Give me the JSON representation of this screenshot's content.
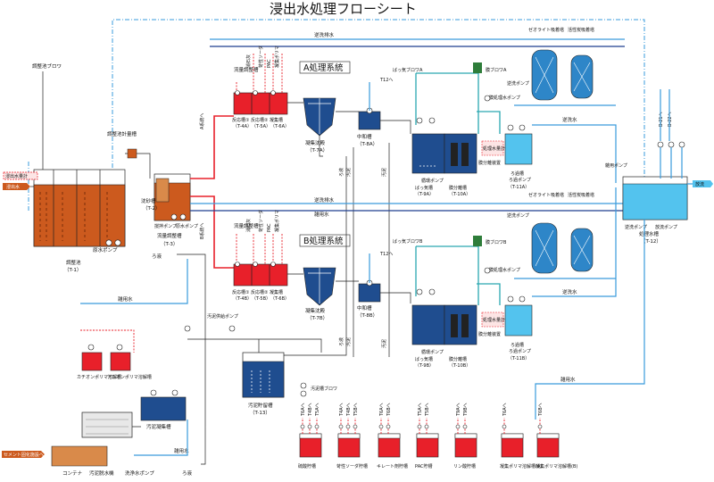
{
  "title": "浸出水処理フローシート",
  "colors": {
    "orange": "#cc5a1e",
    "red": "#e8202a",
    "navy": "#1f4d8f",
    "blue": "#2e86c8",
    "light": "#53c3ee",
    "cyan": "#3a9bdc",
    "teal": "#2aa7b0",
    "green": "#2e7d3a"
  },
  "systems": {
    "a": "A処理系統",
    "b": "B処理系統"
  },
  "lines": {
    "reverse_wash_a": "逆洗排水",
    "reverse_wash_b": "逆洗排水",
    "misc_water_1": "雑用水",
    "misc_water_2": "雑用水",
    "misc_water_3": "雑用水",
    "reverse_water_a": "逆洗水",
    "reverse_water_b": "逆洗水",
    "a_system_label": "A系統へ",
    "b_system_label": "B系統へ",
    "to_b21": "B-21へ",
    "to_b22": "B-22へ",
    "t12_a": "T12へ",
    "t12_b": "T12へ",
    "ro_a": "ろ液",
    "ro_b": "ろ液",
    "sludge_a1": "汚泥",
    "sludge_a2": "汚泥",
    "sludge_b1": "汚泥",
    "sludge_b2": "汚泥"
  },
  "labels": {
    "leachate_meter": "浸出水量計",
    "leachate_water": "浸出水",
    "adjust_blower": "調整池ブロワ",
    "adjust_pond": "調整池",
    "adjust_pond_id": "（T-1）",
    "raw_pump": "原水ポンプ",
    "adjust_meter_tank": "調整池計量槽",
    "settling_tank": "沈砂槽",
    "settling_id": "（T-2）",
    "stir_pump": "撹拌ポンプ",
    "raw_pump_2": "原水ポンプ",
    "flow_adjust_tank": "流量調整槽",
    "flow_adjust_id": "（T-3）",
    "flow_meter_a": "流量調整槽",
    "flow_meter_b": "流量調整槽",
    "slaked_lime": "消石灰",
    "caustic_a": "苛性ソーダ",
    "pac_a": "PAC",
    "polymer_a": "凝集ポリマ",
    "chem_caustic_b": "苛性ソーダ",
    "chem_pac_b": "PAC",
    "chem_polymer_b": "凝集ポリマ",
    "chem_lime_b": "消石灰",
    "a_neut1": "反応槽①",
    "a_neut1_id": "（T-4A）",
    "a_neut2": "反応槽②",
    "a_neut2_id": "（T-5A）",
    "a_coag": "凝集槽",
    "a_coag_id": "（T-6A）",
    "b_neut1": "反応槽①",
    "b_neut1_id": "（T-4B）",
    "b_neut2": "反応槽②",
    "b_neut2_id": "（T-5B）",
    "b_coag": "凝集槽",
    "b_coag_id": "（T-6B）",
    "a_sed": "凝集沈殿",
    "a_sed_id": "（T-7A）",
    "b_sed": "凝集沈殿",
    "b_sed_id": "（T-7B）",
    "a_mid": "中和槽",
    "a_mid_id": "（T-8A）",
    "b_mid": "中和槽",
    "b_mid_id": "（T-8B）",
    "aeration_a": "ばっ気ブロワA",
    "aeration_b": "ばっ気ブロワB",
    "a_circ_pump": "循環ポンプ",
    "a_bio": "ばっ気槽",
    "a_bio_id": "（T-9A）",
    "a_mem": "膜分離槽",
    "a_mem_id": "（T-10A）",
    "b_circ_pump": "循環ポンプ",
    "b_bio": "ばっ気槽",
    "b_bio_id": "（T-9B）",
    "b_mem": "膜分離槽",
    "b_mem_id": "（T-10B）",
    "a_membrane_blower": "膜ブロワA",
    "b_membrane_blower": "膜ブロワB",
    "a_mem_pump": "膜処理水ポンプ",
    "b_mem_pump": "膜処理水ポンプ",
    "a_treat_meter": "処理水量計",
    "b_treat_meter": "処理水量計",
    "a_disinfect": "膜分離装置",
    "b_disinfect": "膜分離装置",
    "a_filter": "ろ過槽",
    "a_filter_pump": "ろ過ポンプ",
    "a_filter_id": "（T-11A）",
    "b_filter": "ろ過槽",
    "b_filter_pump": "ろ過ポンプ",
    "b_filter_id": "（T-11B）",
    "zeolite_a": "ゼオライト吸着塔",
    "carbon_a": "活性炭吸着塔",
    "zeolite_b": "ゼオライト吸着塔",
    "carbon_b": "活性炭吸着塔",
    "a_wash_pump": "逆洗ポンプ",
    "b_wash_pump": "逆洗ポンプ",
    "misc_pump_top": "雑用ポンプ",
    "reverse_pump": "逆洗ポンプ",
    "discharge_pump": "放流ポンプ",
    "treated_tank": "処理水槽",
    "treated_id": "（T-12）",
    "discharge": "放流",
    "sludge_supply_pump": "汚泥供給ポンプ",
    "sludge_store": "汚泥貯留槽",
    "sludge_store_id": "（T-13）",
    "sludge_blower": "汚泥槽ブロワ",
    "cation_polymer": "カチオンポリマ溶解槽",
    "anion_polymer": "アニオンポリマ溶解槽",
    "sludge_coag": "汚泥凝集槽",
    "dewater": "汚泥脱水機",
    "wash_pump": "洗浄水ポンプ",
    "container": "コンテナ",
    "cement": "セメント固化施設へ",
    "filtrate": "ろ液",
    "misc_left": "雑用水",
    "misc_bottom": "雑用水",
    "misc_right": "雑用水"
  },
  "chem_tanks": [
    {
      "name": "硫酸貯槽",
      "targets": [
        "T6Aへ",
        "T4Bへ",
        "T5Aへ"
      ]
    },
    {
      "name": "苛性ソーダ貯槽",
      "targets": [
        "T4Aへ",
        "T4Bへ",
        "T5Bへ"
      ]
    },
    {
      "name": "キレート剤貯槽",
      "targets": [
        "T6Aへ",
        "T6Bへ"
      ]
    },
    {
      "name": "PAC貯槽",
      "targets": [
        "T5Aへ",
        "T5Bへ"
      ]
    },
    {
      "name": "リン酸貯槽",
      "targets": [
        "T9Aへ",
        "T9Bへ"
      ]
    },
    {
      "name": "凝集ポリマ溶解槽(A)",
      "targets": [
        "T6Aへ"
      ]
    },
    {
      "name": "凝集ポリマ溶解槽(B)",
      "targets": [
        "T6Bへ"
      ]
    }
  ]
}
